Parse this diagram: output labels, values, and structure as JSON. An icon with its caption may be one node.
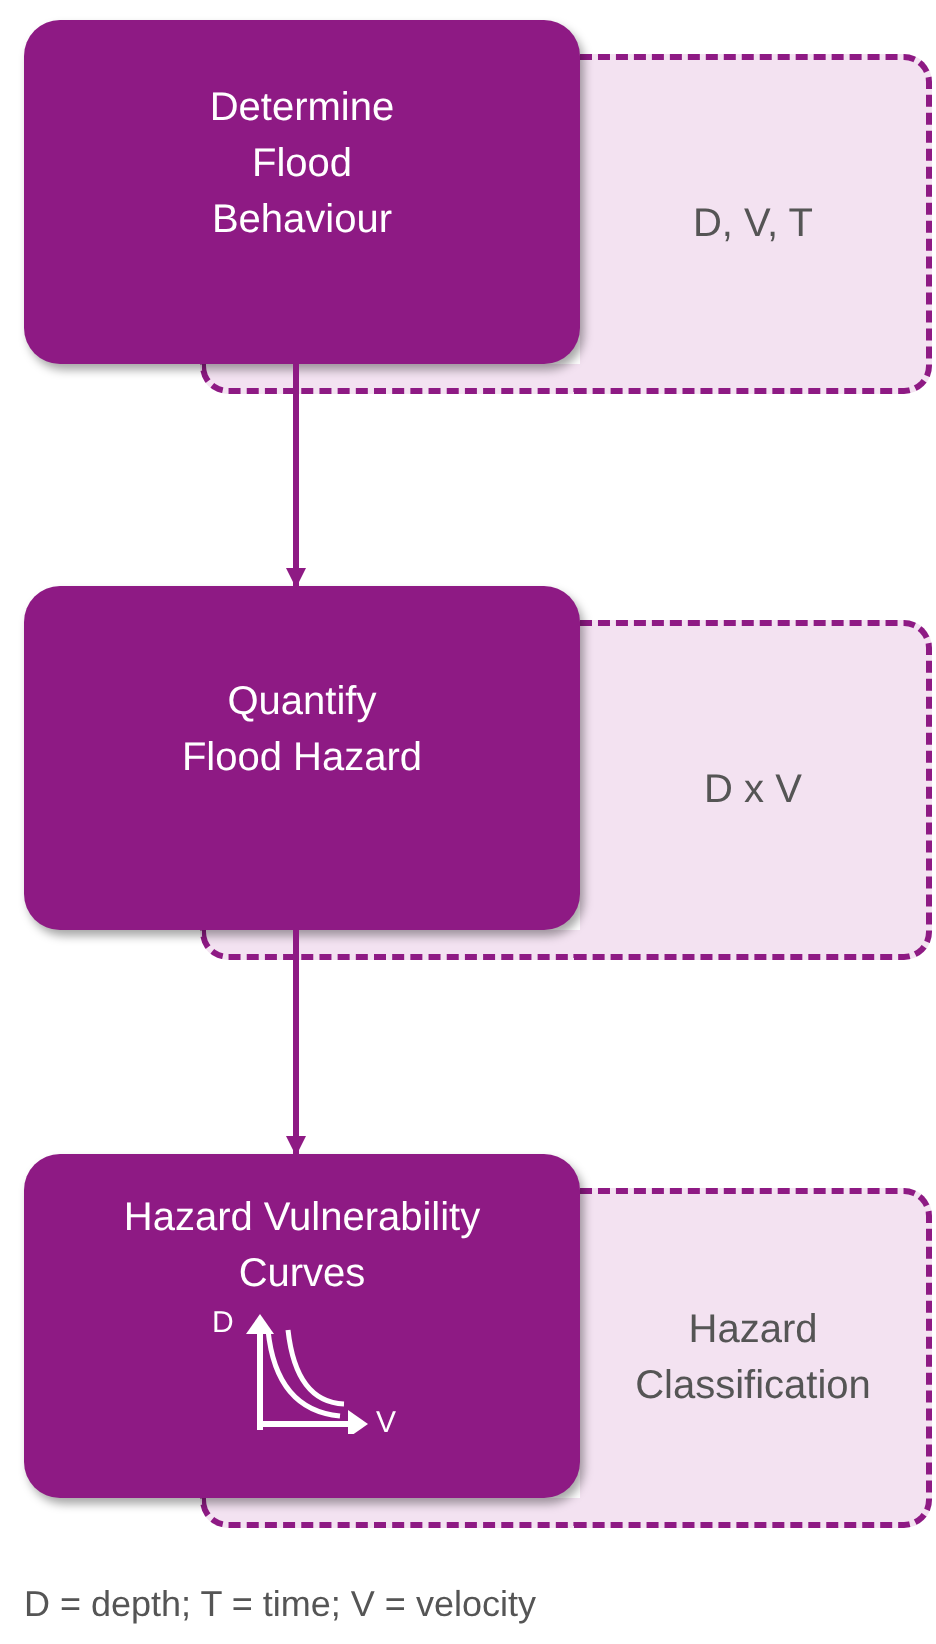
{
  "diagram": {
    "nodes": [
      {
        "text": [
          "Determine Flood Behaviour"
        ]
      },
      {
        "text": [
          "D, V, T"
        ]
      },
      {
        "text": [
          "Quantify Flood Hazard"
        ]
      },
      {
        "text": [
          "D x V"
        ]
      },
      {
        "text": [
          "Hazard Vulnerability Curves",
          "D",
          "V"
        ]
      },
      {
        "text": [
          "Hazard Classification"
        ]
      }
    ],
    "edges": [
      {
        "from": 0,
        "to": 2,
        "arrow": "to"
      },
      {
        "from": 2,
        "to": 4,
        "arrow": "to"
      }
    ],
    "labels": [
      "D = depth; T = time; V = velocity"
    ]
  }
}
